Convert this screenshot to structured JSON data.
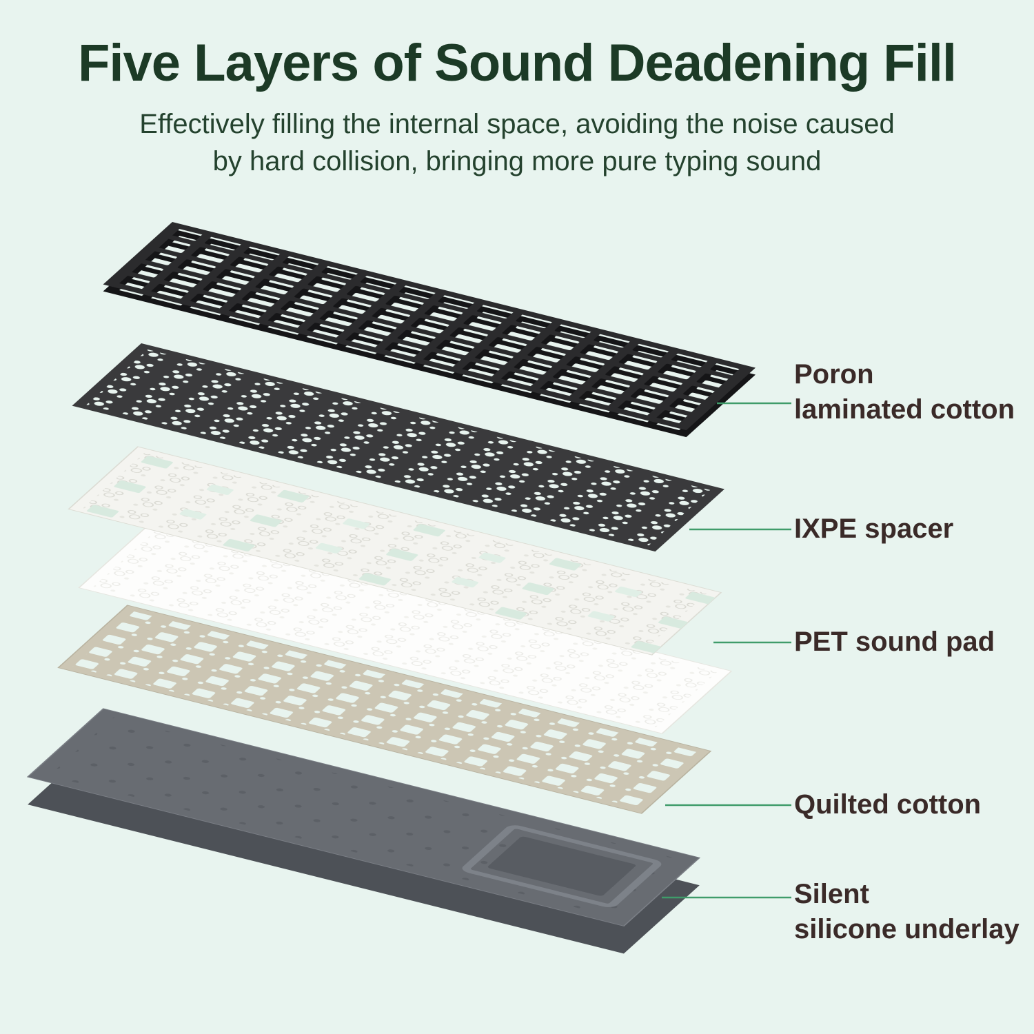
{
  "page": {
    "background": "#e8f4ef"
  },
  "header": {
    "title": "Five Layers of Sound Deadening Fill",
    "subtitle_line1": "Effectively filling the internal space, avoiding the noise caused",
    "subtitle_line2": "by hard collision, bringing more pure typing sound",
    "title_color": "#1c3a26",
    "subtitle_color": "#24422e"
  },
  "diagram": {
    "leader_color": "#3f9c6a",
    "label_color": "#3a2a28",
    "top_plate": {
      "color": "#2b2b2d"
    },
    "layers": [
      {
        "label_lines": [
          "Poron",
          "laminated cotton"
        ],
        "color": "#3a3a3c"
      },
      {
        "label_lines": [
          "IXPE spacer"
        ],
        "color": "#f4f4f0"
      },
      {
        "label_lines": [
          "PET sound pad"
        ],
        "color": "#fdfdfc"
      },
      {
        "label_lines": [
          "Quilted cotton"
        ],
        "color": "#ccc6b4"
      },
      {
        "label_lines": [
          "Silent",
          "silicone underlay"
        ],
        "color": "#686c72"
      }
    ]
  }
}
